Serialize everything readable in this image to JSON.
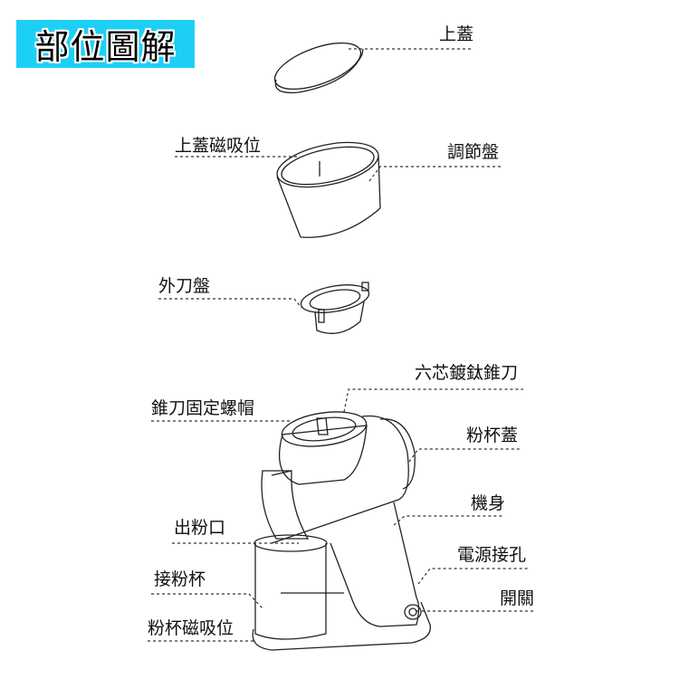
{
  "title": "部位圖解",
  "colors": {
    "title_bg": "#1ecff5",
    "line": "#333333"
  },
  "labels": {
    "top_lid": "上蓋",
    "lid_magnet": "上蓋磁吸位",
    "adjust_dial": "調節盤",
    "outer_burr": "外刀盤",
    "conical_burr": "六芯鍍鈦錐刀",
    "burr_nut": "錐刀固定螺帽",
    "cup_lid": "粉杯蓋",
    "body": "機身",
    "outlet": "出粉口",
    "power_port": "電源接孔",
    "catch_cup": "接粉杯",
    "switch": "開關",
    "cup_magnet": "粉杯磁吸位"
  }
}
